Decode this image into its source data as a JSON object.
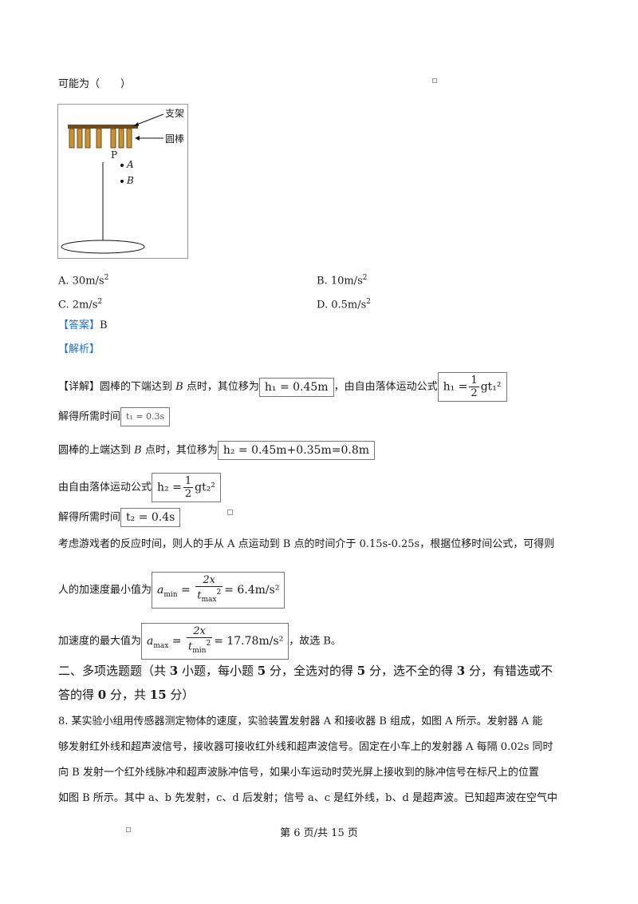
{
  "intro": "可能为（　　）",
  "figure": {
    "label_bracket": "支架",
    "label_rod": "圆棒",
    "label_p": "P",
    "label_a": "A",
    "label_b": "B"
  },
  "options": {
    "a_text": "A. 30m/s",
    "b_text": "B. 10m/s",
    "c_text": "C. 2m/s",
    "d_text": "D. 0.5m/s",
    "sup": "2"
  },
  "answer_label": "【答案】",
  "answer_value": "B",
  "analysis_label": "【解析】",
  "detail": {
    "label": "【详解】",
    "l1_pre": "圆棒的下端达到 ",
    "l1_b": "B",
    "l1_mid": " 点时，其位移为",
    "l1_f": "h₁ = 0.45m",
    "l1_post": "，由自由落体运动公式",
    "l1_f2_lhs": "h₁ =",
    "l1_f2_num": "1",
    "l1_f2_den": "2",
    "l1_f2_rhs": "gt₁²",
    "l2_pre": "解得所需时间",
    "l2_f": "t₁ = 0.3s",
    "l3_pre": "圆棒的上端达到 ",
    "l3_b": "B",
    "l3_mid": " 点时，其位移为",
    "l3_f": "h₂ = 0.45m+0.35m=0.8m",
    "l4_pre": "由自由落体运动公式",
    "l4_lhs": "h₂ =",
    "l4_num": "1",
    "l4_den": "2",
    "l4_rhs": "gt₂²",
    "l5_pre": "解得所需时间",
    "l5_f": "t₂ = 0.4s",
    "l6": "考虑游戏者的反应时间，则人的手从  A 点运动到 B 点的时间介于  0.15s-0.25s，根据位移时间公式，可得则",
    "l7_pre": "人的加速度最小值为",
    "l7_lhs": "a",
    "l7_lhs_sub": "min",
    "l7_num": "2x",
    "l7_den": "t",
    "l7_den_sub": "max",
    "l7_den_sup": "2",
    "l7_rhs": "= 6.4m/s²",
    "l8_pre": "加速度的最大值为",
    "l8_lhs": "a",
    "l8_lhs_sub": "max",
    "l8_num": "2x",
    "l8_den": "t",
    "l8_den_sub": "min",
    "l8_den_sup": "2",
    "l8_rhs": "= 17.78m/s²",
    "l8_post": "，故选  B。"
  },
  "section": {
    "h_p1": "二、多项选题题（共 ",
    "h_b1": "3",
    "h_p2": " 小题，每小题 ",
    "h_b2": "5",
    "h_p3": " 分，全选对的得 ",
    "h_b3": "5",
    "h_p4": " 分，选不全的得 ",
    "h_b4": "3",
    "h_p5": " 分，有错选或不",
    "h2_p1": "答的得 ",
    "h2_b1": "0",
    "h2_p2": " 分，共 ",
    "h2_b2": "15",
    "h2_p3": " 分）"
  },
  "q8": {
    "l1": "8. 某实验小组用传感器测定物体的速度，实验装置发射器  A 和接收器 B 组成，如图  A 所示。发射器  A 能",
    "l2": "够发射红外线和超声波信号，接收器可接收红外线和超声波信号。固定在小车上的发射器  A 每隔  0.02s 同时",
    "l3": "向  B 发射一个红外线脉冲和超声波脉冲信号，如果小车运动时荧光屏上接收到的脉冲信号在标尺上的位置",
    "l4": "如图 B 所示。其中  a、b 先发射，c、d 后发射；信号  a、c 是红外线，b、d 是超声波。已知超声波在空气中"
  },
  "footer": "第 6 页/共  15 页"
}
